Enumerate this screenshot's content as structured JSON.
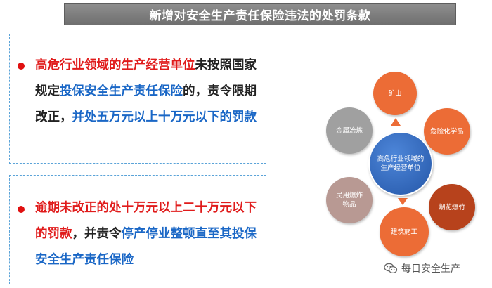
{
  "title": "新增对安全生产责任保险违法的处罚条款",
  "box1": {
    "p1_red": "高危行业领域的生产经营单位",
    "p1_dark1": "未按照国家规定",
    "p1_blue1": "投保安全生产责任保险",
    "p1_dark2": "的，责令限期改正，",
    "p1_blue2": "并处五万元以上十万元以下的罚款"
  },
  "box2": {
    "p2_red": "逾期未改正的处十万元以上二十万元以下的罚款",
    "p2_dark1": "，并责令",
    "p2_blue": "停产停业整顿直至其投保安全生产责任保险"
  },
  "diagram": {
    "center": "高危行业领域的生产经营单位",
    "nodes": {
      "mine": "矿山",
      "chem": "危险化学品",
      "fire": "烟花爆竹",
      "build": "建筑施工",
      "expl": "民用爆炸物品",
      "metal": "金属冶炼"
    },
    "colors": {
      "orange": "#ec6c36",
      "dark_orange": "#b7421c",
      "blue": "#2f66b8",
      "grey": "#a0a0a0",
      "mauve": "#b89993"
    }
  },
  "watermark": {
    "label": "每日安全生产",
    "icon": "wechat-icon"
  },
  "colors": {
    "red": "#e01b1b",
    "blue": "#1a67c6",
    "title_bg": "#7f7f7f",
    "dash": "#5aa3d8"
  }
}
